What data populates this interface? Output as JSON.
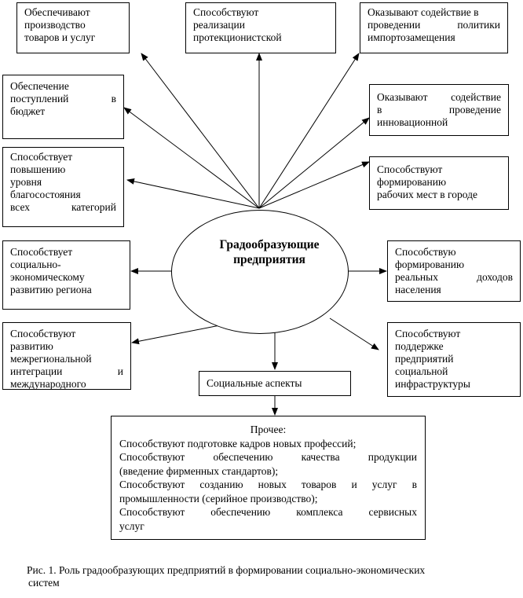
{
  "center": {
    "line1": "Градообразующие",
    "line2": "предприятия"
  },
  "boxes": [
    {
      "id": "top-left",
      "lines": [
        "Обеспечивают",
        "производство",
        "товаров и услуг"
      ]
    },
    {
      "id": "top-center",
      "lines": [
        "Способствуют",
        "реализации",
        "протекционистской"
      ]
    },
    {
      "id": "top-right",
      "lines": [
        "Оказывают содействие в",
        "проведении политики",
        "импортозамещения"
      ]
    },
    {
      "id": "left-1",
      "lines": [
        "Обеспечение",
        "поступлений в",
        "бюджет"
      ]
    },
    {
      "id": "right-1",
      "lines": [
        "Оказывают содействие",
        "в проведение",
        "инновационной"
      ]
    },
    {
      "id": "left-2",
      "lines": [
        "Способствует",
        "повышению",
        "уровня",
        "благосостояния",
        "всех категорий"
      ]
    },
    {
      "id": "right-2",
      "lines": [
        "Способствуют",
        "формированию",
        "рабочих мест в городе"
      ]
    },
    {
      "id": "left-3",
      "lines": [
        "Способствует",
        "социально-",
        "экономическому",
        "развитию региона"
      ]
    },
    {
      "id": "right-3",
      "lines": [
        "Способствую",
        "формированию",
        "реальных доходов",
        "населения"
      ]
    },
    {
      "id": "left-4",
      "lines": [
        "Способствуют",
        "развитию",
        "межрегиональной",
        "интеграции и",
        "международного"
      ]
    },
    {
      "id": "right-4",
      "lines": [
        "Способствуют",
        "поддержке",
        "предприятий",
        "социальной",
        "инфраструктуры"
      ]
    },
    {
      "id": "social",
      "lines": [
        "Социальные аспекты"
      ]
    }
  ],
  "other": {
    "heading": "Прочее:",
    "lines": [
      "Способствуют подготовке кадров новых профессий;",
      "Способствуют обеспечению качества продукции",
      "(введение фирменных стандартов);",
      "Способствуют созданию новых товаров и услуг в",
      "промышленности (серийное производство);",
      "Способствуют обеспечению комплекса сервисных",
      "услуг"
    ]
  },
  "caption": {
    "line1": "Рис. 1. Роль градообразующих предприятий в формировании  социально-экономических",
    "line2": "систем"
  }
}
